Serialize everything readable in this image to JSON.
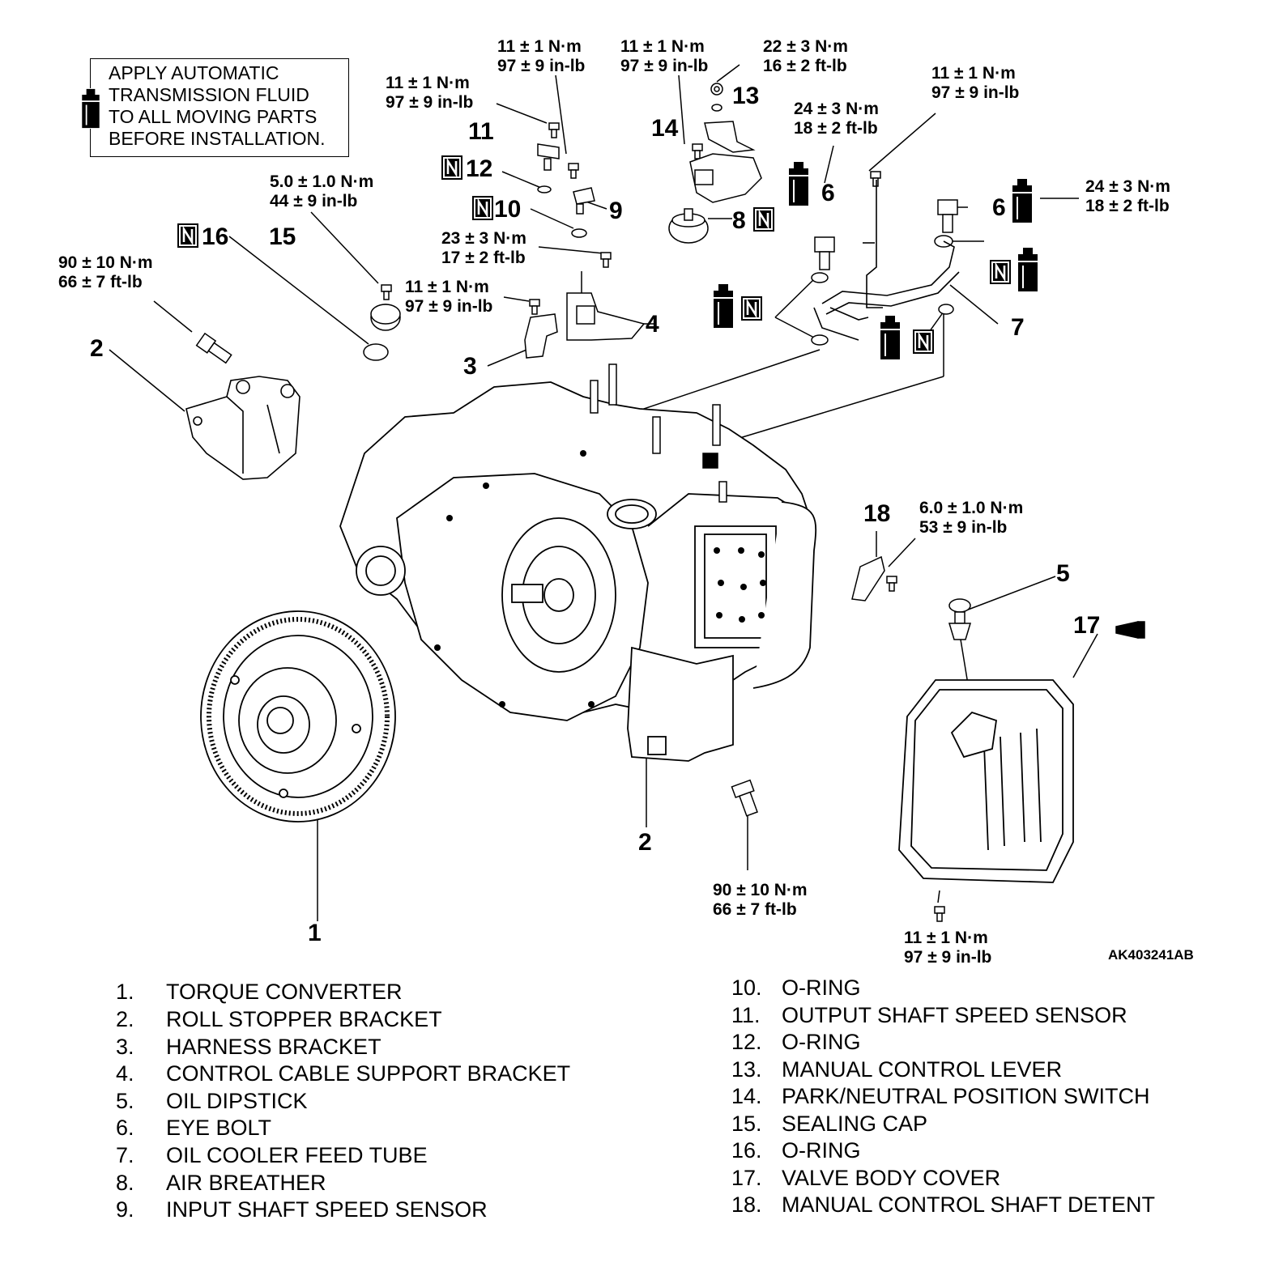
{
  "note": "APPLY AUTOMATIC\nTRANSMISSION FLUID\nTO ALL MOVING PARTS\nBEFORE INSTALLATION.",
  "figure_code": "AK403241AB",
  "torques": {
    "t_top1": [
      "11 ± 1 N·m",
      "97 ± 9 in-lb"
    ],
    "t_top2": [
      "11 ± 1 N·m",
      "97 ± 9 in-lb"
    ],
    "t_top3": [
      "22 ± 3 N·m",
      "16 ± 2 ft-lb"
    ],
    "t_11": [
      "11 ± 1 N·m",
      "97 ± 9 in-lb"
    ],
    "t_tube_right": [
      "11 ± 1 N·m",
      "97 ± 9 in-lb"
    ],
    "t_eye_left": [
      "24 ± 3 N·m",
      "18 ± 2 ft-lb"
    ],
    "t_eye_right": [
      "24 ± 3 N·m",
      "18 ± 2 ft-lb"
    ],
    "t_15": [
      "5.0 ± 1.0 N·m",
      "44 ± 9 in-lb"
    ],
    "t_2_top": [
      "90 ± 10 N·m",
      "66 ± 7 ft-lb"
    ],
    "t_4": [
      "23 ± 3 N·m",
      "17 ± 2 ft-lb"
    ],
    "t_3": [
      "11 ± 1 N·m",
      "97 ± 9 in-lb"
    ],
    "t_18": [
      "6.0 ± 1.0 N·m",
      "53 ± 9 in-lb"
    ],
    "t_2_bottom": [
      "90 ± 10 N·m",
      "66 ± 7 ft-lb"
    ],
    "t_17": [
      "11 ± 1 N·m",
      "97 ± 9 in-lb"
    ]
  },
  "callouts": [
    "1",
    "2",
    "2",
    "3",
    "4",
    "5",
    "6",
    "6",
    "7",
    "8",
    "9",
    "10",
    "11",
    "12",
    "13",
    "14",
    "15",
    "16",
    "17",
    "18"
  ],
  "n_mark": "N",
  "legend_left": [
    {
      "n": "1.",
      "t": "TORQUE CONVERTER"
    },
    {
      "n": "2.",
      "t": "ROLL STOPPER BRACKET"
    },
    {
      "n": "3.",
      "t": "HARNESS BRACKET"
    },
    {
      "n": "4.",
      "t": "CONTROL CABLE SUPPORT BRACKET"
    },
    {
      "n": "5.",
      "t": "OIL DIPSTICK"
    },
    {
      "n": "6.",
      "t": "EYE BOLT"
    },
    {
      "n": "7.",
      "t": "OIL COOLER FEED TUBE"
    },
    {
      "n": "8.",
      "t": "AIR BREATHER"
    },
    {
      "n": "9.",
      "t": "INPUT SHAFT SPEED SENSOR"
    }
  ],
  "legend_right": [
    {
      "n": "10.",
      "t": "O-RING"
    },
    {
      "n": "11.",
      "t": "OUTPUT SHAFT SPEED SENSOR"
    },
    {
      "n": "12.",
      "t": "O-RING"
    },
    {
      "n": "13.",
      "t": "MANUAL CONTROL LEVER"
    },
    {
      "n": "14.",
      "t": "PARK/NEUTRAL POSITION SWITCH"
    },
    {
      "n": "15.",
      "t": "SEALING CAP"
    },
    {
      "n": "16.",
      "t": "O-RING"
    },
    {
      "n": "17.",
      "t": "VALVE BODY COVER"
    },
    {
      "n": "18.",
      "t": "MANUAL CONTROL SHAFT DETENT"
    }
  ]
}
